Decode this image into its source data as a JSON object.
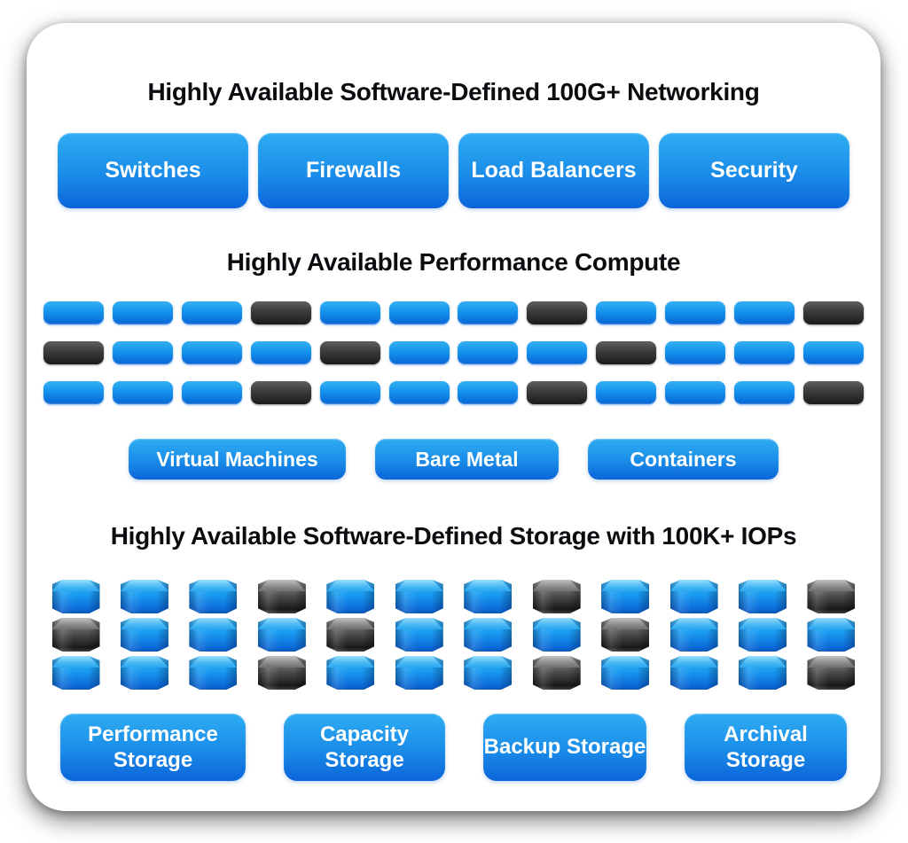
{
  "colors": {
    "chip_gradient_top": "#2fadf3",
    "chip_gradient_bottom": "#0b65da",
    "node_blue_top": "#36b0f3",
    "node_blue_bottom": "#0764d4",
    "node_dark_top": "#5f5f5f",
    "node_dark_bottom": "#1b1b1b",
    "title_text": "#0b0b10",
    "chip_text": "#ffffff",
    "card_background": "#ffffff"
  },
  "sections": {
    "networking": {
      "title": "Highly Available Software-Defined 100G+ Networking",
      "buttons": [
        "Switches",
        "Firewalls",
        "Load Balancers",
        "Security"
      ]
    },
    "compute": {
      "title": "Highly Available Performance Compute",
      "node_rows": [
        [
          "blue",
          "blue",
          "blue",
          "dark",
          "blue",
          "blue",
          "blue",
          "dark",
          "blue",
          "blue",
          "blue",
          "dark"
        ],
        [
          "dark",
          "blue",
          "blue",
          "blue",
          "dark",
          "blue",
          "blue",
          "blue",
          "dark",
          "blue",
          "blue",
          "blue"
        ],
        [
          "blue",
          "blue",
          "blue",
          "dark",
          "blue",
          "blue",
          "blue",
          "dark",
          "blue",
          "blue",
          "blue",
          "dark"
        ]
      ],
      "buttons": [
        "Virtual Machines",
        "Bare Metal",
        "Containers"
      ]
    },
    "storage": {
      "title": "Highly Available Software-Defined Storage with 100K+ IOPs",
      "node_rows": [
        [
          "blue",
          "blue",
          "blue",
          "dark",
          "blue",
          "blue",
          "blue",
          "dark",
          "blue",
          "blue",
          "blue",
          "dark"
        ],
        [
          "dark",
          "blue",
          "blue",
          "blue",
          "dark",
          "blue",
          "blue",
          "blue",
          "dark",
          "blue",
          "blue",
          "blue"
        ],
        [
          "blue",
          "blue",
          "blue",
          "dark",
          "blue",
          "blue",
          "blue",
          "dark",
          "blue",
          "blue",
          "blue",
          "dark"
        ]
      ],
      "buttons": [
        "Performance Storage",
        "Capacity Storage",
        "Backup Storage",
        "Archival Storage"
      ]
    }
  }
}
